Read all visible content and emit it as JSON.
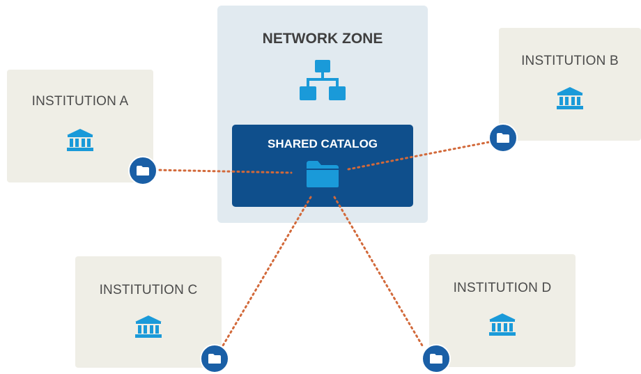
{
  "network_zone": {
    "title": "NETWORK ZONE",
    "hierarchy_icon": "sitemap-icon",
    "shared_catalog": {
      "title": "SHARED CATALOG",
      "icon": "folder-icon"
    }
  },
  "institutions": [
    {
      "label": "INSTITUTION A",
      "icon": "institution-building-icon",
      "badge_icon": "folder-icon"
    },
    {
      "label": "INSTITUTION B",
      "icon": "institution-building-icon",
      "badge_icon": "folder-icon"
    },
    {
      "label": "INSTITUTION C",
      "icon": "institution-building-icon",
      "badge_icon": "folder-icon"
    },
    {
      "label": "INSTITUTION D",
      "icon": "institution-building-icon",
      "badge_icon": "folder-icon"
    }
  ],
  "colors": {
    "institution_box": "#efeee6",
    "zone_box": "#e1eaf0",
    "catalog_box": "#0f4f8c",
    "accent_blue": "#1a9ad9",
    "badge_blue": "#1a5fa6",
    "connector": "#d2693a"
  }
}
